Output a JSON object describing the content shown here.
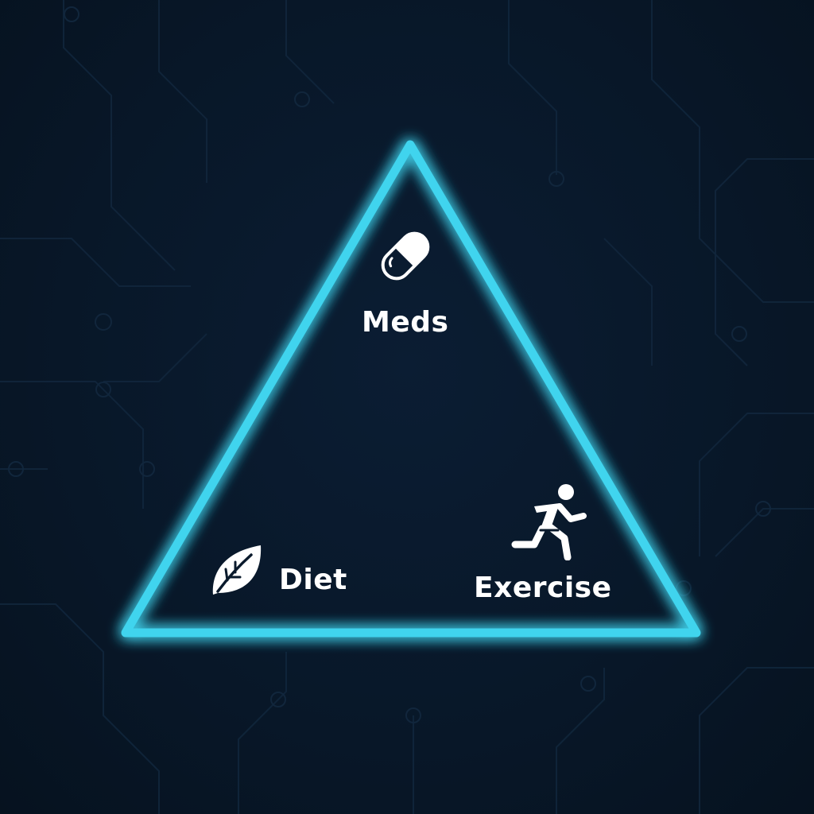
{
  "diagram": {
    "vertices": {
      "top": {
        "label": "Meds",
        "icon": "pill-icon"
      },
      "bottom_left": {
        "label": "Diet",
        "icon": "leaf-icon"
      },
      "bottom_right": {
        "label": "Exercise",
        "icon": "running-person-icon"
      }
    },
    "colors": {
      "background": "#0a1a2c",
      "triangle_stroke": "#3fd4ee",
      "text": "#ffffff",
      "circuit_lines": "#12283f"
    }
  }
}
